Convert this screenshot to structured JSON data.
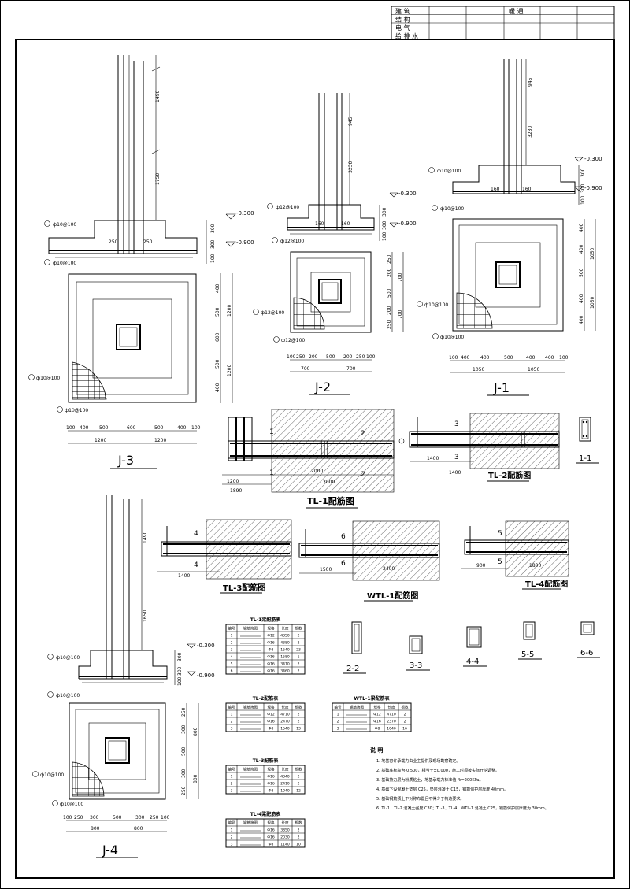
{
  "title_block": {
    "rows": [
      "建 筑",
      "结 构",
      "电 气",
      "给 排 水"
    ],
    "stamp": "暖 通"
  },
  "labels": {
    "j1": "J-1",
    "j2": "J-2",
    "j3": "J-3",
    "j4": "J-4",
    "tl1": "TL-1配筋图",
    "tl2": "TL-2配筋图",
    "tl3": "TL-3配筋图",
    "wtl1": "WTL-1配筋图",
    "tl4": "TL-4配筋图",
    "s11": "1-1",
    "s22": "2-2",
    "s33": "3-3",
    "s44": "4-4",
    "s55": "5-5",
    "s66": "6-6"
  },
  "levels": {
    "a": "-0.300",
    "b": "-0.900"
  },
  "rebars": {
    "r10": "ф10@100",
    "r12": "ф12@100"
  },
  "j3_dims": {
    "bottom": [
      "100",
      "400",
      "500",
      "600",
      "500",
      "400",
      "100"
    ],
    "half": [
      "1200",
      "1200"
    ],
    "side": [
      "400",
      "500",
      "600",
      "500",
      "400"
    ],
    "sidehalf": [
      "1200",
      "1200"
    ],
    "col": [
      "1490",
      "1750"
    ],
    "vert": [
      "300",
      "300",
      "100"
    ],
    "base": [
      "250",
      "250"
    ]
  },
  "j2_dims": {
    "bottom": [
      "100",
      "250",
      "200",
      "500",
      "200",
      "250",
      "100"
    ],
    "half": [
      "700",
      "700"
    ],
    "side": [
      "250",
      "200",
      "500",
      "200",
      "250"
    ],
    "sidehalf": [
      "700",
      "700"
    ],
    "col": [
      "945",
      "3230"
    ],
    "vert": [
      "300",
      "300",
      "100"
    ],
    "base": [
      "160",
      "160"
    ]
  },
  "j1_dims": {
    "bottom": [
      "100",
      "400",
      "400",
      "500",
      "400",
      "400",
      "100"
    ],
    "half": [
      "1050",
      "1050"
    ],
    "side": [
      "400",
      "400",
      "500",
      "400",
      "400"
    ],
    "sidehalf": [
      "1050",
      "1050"
    ],
    "col": [
      "945",
      "3230"
    ],
    "vert": [
      "300",
      "300",
      "100"
    ],
    "base": [
      "160",
      "160"
    ]
  },
  "j4_dims": {
    "bottom": [
      "100",
      "250",
      "300",
      "500",
      "300",
      "250",
      "100"
    ],
    "half": [
      "800",
      "800"
    ],
    "side": [
      "250",
      "300",
      "500",
      "300",
      "250"
    ],
    "sidehalf": [
      "800",
      "800"
    ],
    "col": [
      "1490",
      "1650"
    ],
    "vert": [
      "300",
      "300",
      "100"
    ]
  },
  "beam_dims": {
    "tl1": [
      "1200",
      "2000",
      "1890",
      "3000"
    ],
    "tl2": [
      "1400",
      "1400"
    ],
    "tl3": "1400",
    "wtl1": [
      "1500",
      "2400"
    ],
    "tl4": [
      "900",
      "1800"
    ]
  },
  "tables": [
    {
      "title": "TL-1梁配筋表",
      "header": [
        "编号",
        "钢筋简图",
        "规格",
        "长度",
        "根数"
      ],
      "rows": [
        [
          "1",
          "",
          "Ф12",
          "4350",
          "2"
        ],
        [
          "2",
          "",
          "Ф16",
          "4380",
          "2"
        ],
        [
          "3",
          "",
          "Ф8",
          "1540",
          "23"
        ],
        [
          "4",
          "",
          "Ф16",
          "1580",
          "1"
        ],
        [
          "5",
          "",
          "Ф16",
          "3410",
          "2"
        ],
        [
          "6",
          "",
          "Ф16",
          "3460",
          "2"
        ]
      ]
    },
    {
      "title": "TL-2配筋表",
      "header": [
        "编号",
        "钢筋简图",
        "规格",
        "长度",
        "根数"
      ],
      "rows": [
        [
          "1",
          "",
          "Ф12",
          "4710",
          "2"
        ],
        [
          "2",
          "",
          "Ф16",
          "2470",
          "2"
        ],
        [
          "3",
          "",
          "Ф8",
          "1540",
          "13"
        ]
      ]
    },
    {
      "title": "WTL-1梁配筋表",
      "header": [
        "编号",
        "钢筋简图",
        "规格",
        "长度",
        "根数"
      ],
      "rows": [
        [
          "1",
          "",
          "Ф12",
          "4710",
          "2"
        ],
        [
          "2",
          "",
          "Ф16",
          "2370",
          "2"
        ],
        [
          "3",
          "",
          "Ф8",
          "1040",
          "16"
        ]
      ]
    },
    {
      "title": "TL-3配筋表",
      "header": [
        "编号",
        "钢筋简图",
        "规格",
        "长度",
        "根数"
      ],
      "rows": [
        [
          "1",
          "",
          "Ф16",
          "4340",
          "2"
        ],
        [
          "2",
          "",
          "Ф16",
          "2410",
          "2"
        ],
        [
          "3",
          "",
          "Ф8",
          "1040",
          "12"
        ]
      ]
    },
    {
      "title": "TL-4梁配筋表",
      "header": [
        "编号",
        "钢筋简图",
        "规格",
        "长度",
        "根数"
      ],
      "rows": [
        [
          "1",
          "",
          "Ф16",
          "3850",
          "2"
        ],
        [
          "2",
          "",
          "Ф16",
          "2030",
          "2"
        ],
        [
          "3",
          "",
          "Ф8",
          "1140",
          "10"
        ]
      ]
    }
  ],
  "notes": {
    "title": "说 明",
    "lines": [
      "1. 地基容许承载力由业主提供及现场勘察确定。",
      "2. 基础底标高为-0.500，相当于±0.000，施工时须按实际开挖调整。",
      "3. 基础持力层为粉质粘土，地基承载力标准值 fk=200KPa。",
      "4. 基础下设混凝土垫层 C25，垫层混凝土 C15，钢筋保护层厚度 40mm。",
      "5. 基础钢筋须上下对称布置且不得少于构造要求。",
      "6. TL-1、TL-2 混凝土强度 C30；TL-3、TL-4、WTL-1 混凝土 C25，钢筋保护层厚度为 30mm。"
    ]
  }
}
